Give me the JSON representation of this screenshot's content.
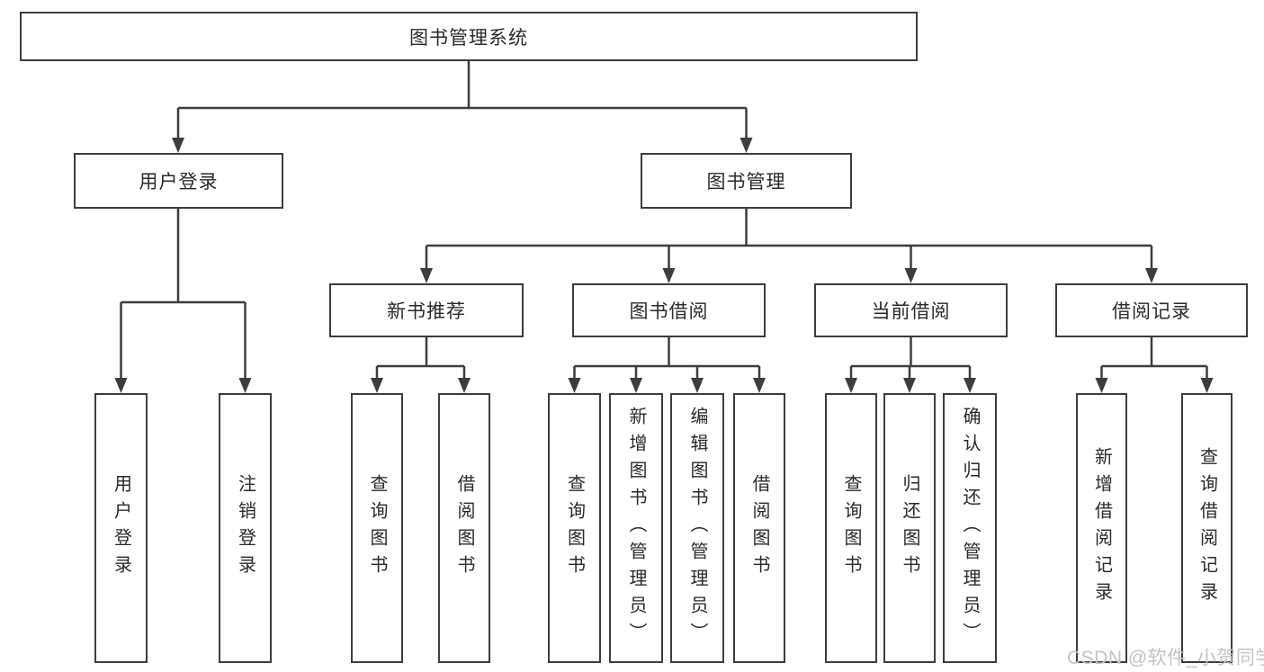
{
  "nodes": {
    "root": "图书管理系统",
    "level2": [
      "用户登录",
      "图书管理"
    ],
    "level3": [
      "新书推荐",
      "图书借阅",
      "当前借阅",
      "借阅记录"
    ],
    "leaves_user_login": [
      "用户登录",
      "注销登录"
    ],
    "leaves_new_books": [
      "查询图书",
      "借阅图书"
    ],
    "leaves_book_borrow": [
      "查询图书",
      "新增图书（管理员）",
      "编辑图书（管理员）",
      "借阅图书"
    ],
    "leaves_current_borrow": [
      "查询图书",
      "归还图书",
      "确认归还（管理员）"
    ],
    "leaves_borrow_records": [
      "新增借阅记录",
      "查询借阅记录"
    ]
  },
  "watermark": "CSDN @软件_小贺同学",
  "colors": {
    "line": "#3d3d3d",
    "text": "#2a2a2a",
    "background": "#ffffff",
    "watermark": "#c4c4c4"
  }
}
